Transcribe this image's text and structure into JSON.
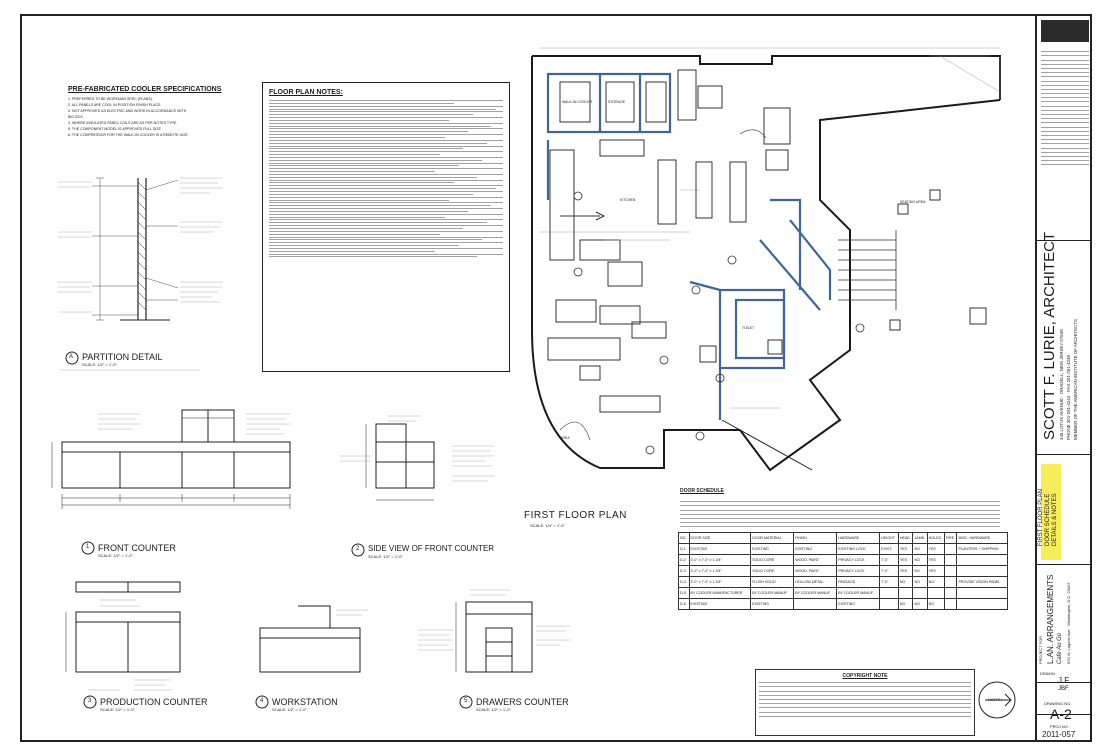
{
  "title_block": {
    "architect": "SCOTT F. LURIE, ARCHITECT",
    "address": "345 LOTUS AVENUE · ORADELL, NEW JERSEY 07649",
    "phone": "PHONE 201-261-4244 · FAX 201-261-4248",
    "membership": "MEMBER OF THE AMERICAN INSTITUTE OF ARCHITECTS",
    "project_label": "PROJECT FOR",
    "project_name": "L.AN. ARRANGEMENTS",
    "project_sub": "Cafe Au Go",
    "project_address": "633 W. Lagoon Ave · Washington, D.C. 20007",
    "sheet_title_1": "FIRST FLOOR PLAN",
    "sheet_title_2": "DOOR SCHEDULE",
    "sheet_title_3": "DETAILS & NOTES",
    "drawn_label": "DRAWN",
    "drawn_by": "J.F.",
    "checked_by": "JBF",
    "drawing_no_label": "DRAWING NO.",
    "drawing_no": "A-2",
    "project_no_label": "PROJ NO.",
    "project_no": "2011-057",
    "highlight_color": "#f4ea3c"
  },
  "specs": {
    "title": "PRE-FABRICATED COOLER SPECIFICATIONS",
    "lines": [
      "1. PREFERRED TO BE WORKMAN SPEC (PLANS).",
      "2. ALL PANELS ARE COOL IN POSITION FINISH PLACE.",
      "3. NOT APPROVED AS ELECTRIC AND WORK IN ACCORDANCE WITH",
      "   BIG BOX.",
      "4. WHERE INSULATED PANEL COILS ARE AS PER NOTES TYPE.",
      "5. THE COMPONENT MODEL IS APPROVED FULL SIZE.",
      "6. THE COMPRESSOR FOR THE WALK-IN COOLER IS A REMOTE UNIT."
    ]
  },
  "notes": {
    "title": "FLOOR PLAN NOTES:",
    "count": 28
  },
  "plan_title": "FIRST FLOOR PLAN",
  "plan_scale": "SCALE: 1/4\" = 1'-0\"",
  "details": [
    {
      "num": "A",
      "title": "PARTITION DETAIL",
      "scale": "SCALE: 1/2\" = 1'-0\""
    },
    {
      "num": "1",
      "title": "FRONT COUNTER",
      "scale": "SCALE: 1/2\" = 1'-0\""
    },
    {
      "num": "2",
      "title": "SIDE VIEW OF FRONT COUNTER",
      "scale": "SCALE: 1/2\" = 1'-0\""
    },
    {
      "num": "3",
      "title": "PRODUCTION COUNTER",
      "scale": "SCALE: 1/2\" = 1'-0\""
    },
    {
      "num": "4",
      "title": "WORKSTATION",
      "scale": "SCALE: 1/2\" = 1'-0\""
    },
    {
      "num": "5",
      "title": "DRAWERS COUNTER",
      "scale": "SCALE: 1/2\" = 1'-0\""
    }
  ],
  "room_labels": {
    "small_1": "WALK-IN COOLER",
    "small_2": "STORAGE",
    "small_3": "KITCHEN",
    "small_4": "SEATING AREA",
    "small_5": "TOILET",
    "small_6": "AREA"
  },
  "door_schedule": {
    "title": "DOOR SCHEDULE",
    "headers": [
      "NO.",
      "DOOR SIZE",
      "DOOR MATERIAL",
      "FINISH",
      "HARDWARE",
      "HEIGHT",
      "HEAD",
      "JAMB",
      "HOLDS",
      "FIRE",
      "MISC. HARDWARE"
    ],
    "rows": [
      [
        "D-1",
        "EXISTING",
        "EXISTING",
        "EXISTING",
        "EXISTING LOCK",
        "EXIST.",
        "YES",
        "NO",
        "YES",
        "",
        "PLANTERS + SHIPPING"
      ],
      [
        "D-2",
        "3'-0\" x 7'-0\" x 1 3/4\"",
        "SOLID CORE",
        "WOOD, PAINT",
        "PRIVACY LOCK",
        "7'-0\"",
        "YES",
        "NO",
        "YES",
        "",
        ""
      ],
      [
        "D-3",
        "3'-0\" x 7'-0\" x 1 3/4\"",
        "SOLID CORE",
        "WOOD, PAINT",
        "PRIVACY LOCK",
        "7'-0\"",
        "YES",
        "NO",
        "YES",
        "",
        ""
      ],
      [
        "D-4",
        "3'-0\" x 7'-0\" x 1 3/4\"",
        "FLUSH SOLID",
        "HOLLOW METAL",
        "PASSAGE",
        "7'-0\"",
        "NO",
        "NO",
        "NO",
        "",
        "PROVIDE VISION PANEL"
      ],
      [
        "D-5",
        "BY COOLER MANUFACTURER",
        "BY COOLER MANUF.",
        "BY COOLER MANUF.",
        "BY COOLER MANUF.",
        "",
        "",
        "",
        "",
        "",
        ""
      ],
      [
        "D-6",
        "EXISTING",
        "EXISTING",
        "",
        "EXISTING",
        "",
        "NO",
        "NO",
        "NO",
        "",
        ""
      ]
    ]
  },
  "copyright": {
    "title": "COPYRIGHT NOTE"
  },
  "north": "NORTH"
}
